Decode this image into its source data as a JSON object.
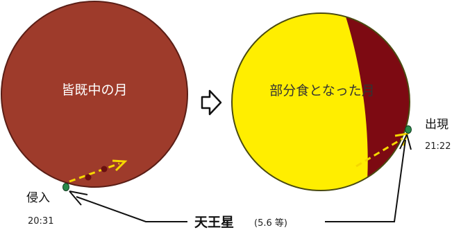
{
  "left_moon": {
    "label": "皆既中の月",
    "color": "#9e3b2b",
    "rim_color": "#5a1e16"
  },
  "right_moon": {
    "label": "部分食となった月",
    "lit_color": "#ffee00",
    "shadow_color": "#7d0a12",
    "rim_color": "#4a4a10"
  },
  "immersion": {
    "label": "侵入",
    "time": "20:31"
  },
  "emersion": {
    "label": "出現",
    "time": "21:22"
  },
  "planet": {
    "name": "天王星",
    "magnitude": "(5.6 等)",
    "dot_color": "#2a8a4a"
  },
  "path_color": "#f5d800",
  "arrow_icon": "right-outline-arrow"
}
